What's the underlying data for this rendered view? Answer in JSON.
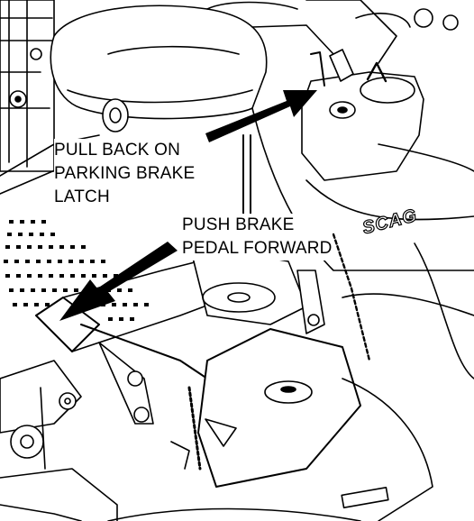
{
  "callouts": {
    "parking_brake": {
      "lines": [
        "PULL BACK ON",
        "PARKING BRAKE",
        "LATCH"
      ]
    },
    "brake_pedal": {
      "lines": [
        "PUSH BRAKE",
        "PEDAL FORWARD"
      ]
    }
  },
  "brand_decal": "SCAG",
  "colors": {
    "ink": "#000000",
    "paper": "#ffffff",
    "arrow": "#000000"
  },
  "icons": {
    "arrow_to_latch": "arrow-up-right-icon",
    "arrow_to_pedal": "arrow-down-left-icon"
  }
}
